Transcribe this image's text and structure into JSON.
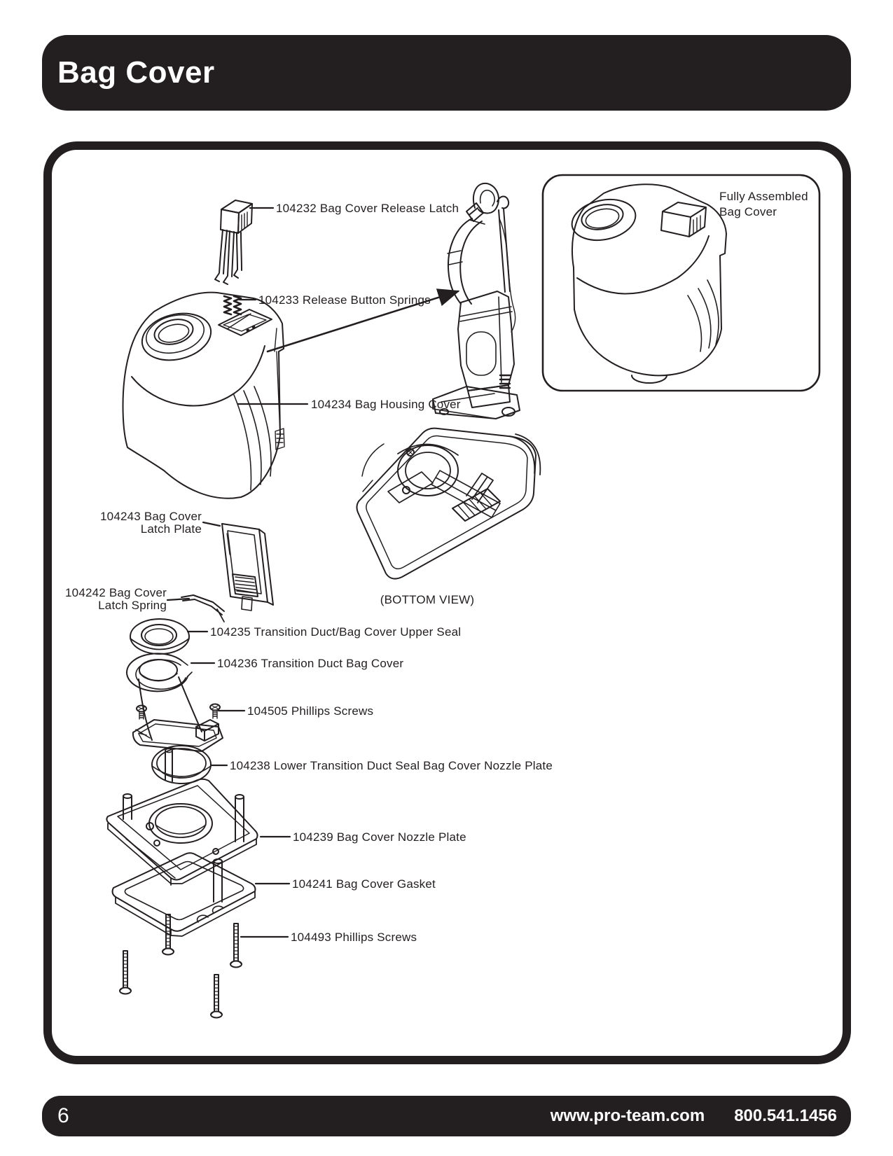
{
  "header": {
    "title": "Bag Cover"
  },
  "footer": {
    "page_number": "6",
    "website": "www.pro-team.com",
    "phone": "800.541.1456"
  },
  "colors": {
    "ink": "#231f20",
    "paper": "#ffffff"
  },
  "diagram": {
    "inset_caption": {
      "line1": "Fully Assembled",
      "line2": "Bag Cover"
    },
    "bottom_view_caption": "(BOTTOM VIEW)",
    "labels": {
      "release_latch": "104232 Bag Cover Release Latch",
      "release_button_springs": "104233 Release Button Springs",
      "bag_housing_cover": "104234 Bag Housing Cover",
      "latch_plate_line1": "104243 Bag Cover",
      "latch_plate_line2": "Latch Plate",
      "latch_spring_line1": "104242 Bag Cover",
      "latch_spring_line2": "Latch Spring",
      "upper_seal": "104235 Transition Duct/Bag Cover Upper Seal",
      "duct_bag_cover": "104236 Transition Duct Bag Cover",
      "phillips_screws_small": "104505 Phillips Screws",
      "lower_seal": "104238 Lower Transition Duct Seal Bag Cover Nozzle Plate",
      "nozzle_plate": "104239 Bag Cover Nozzle Plate",
      "gasket": "104241 Bag Cover Gasket",
      "phillips_screws_long": "104493 Phillips Screws"
    }
  }
}
